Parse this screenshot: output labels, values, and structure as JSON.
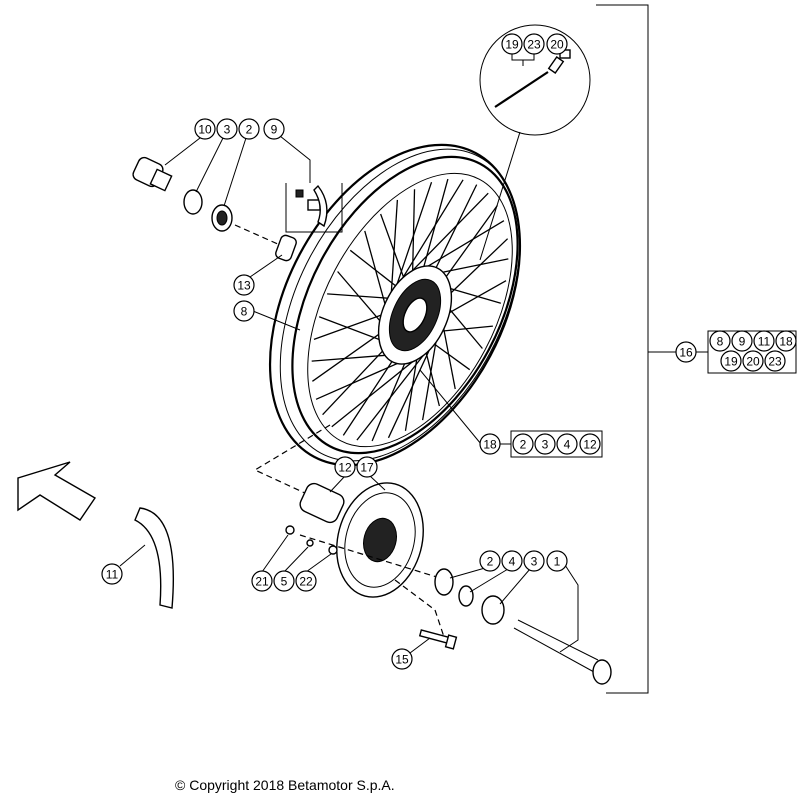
{
  "copyright": "© Copyright 2018 Betamotor S.p.A.",
  "callouts": {
    "c19_top": "19",
    "c23_top": "23",
    "c20_top": "20",
    "c10": "10",
    "c3_top": "3",
    "c2_top": "2",
    "c9": "9",
    "c13": "13",
    "c8": "8",
    "c16": "16",
    "kit16": [
      "8",
      "9",
      "11",
      "18",
      "19",
      "20",
      "23"
    ],
    "c18": "18",
    "kit18": [
      "2",
      "3",
      "4",
      "12"
    ],
    "c12": "12",
    "c17": "17",
    "c2_bot": "2",
    "c4_bot": "4",
    "c3_bot": "3",
    "c1": "1",
    "c11": "11",
    "c21": "21",
    "c5": "5",
    "c22": "22",
    "c15": "15"
  }
}
